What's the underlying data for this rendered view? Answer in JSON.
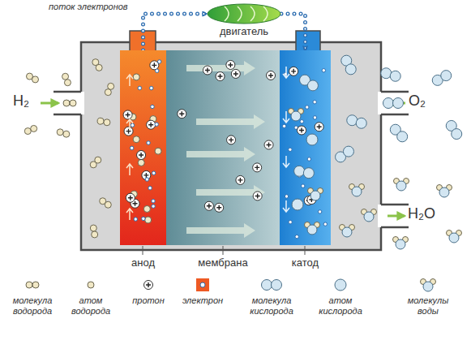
{
  "diagram": {
    "nodes": [
      {
        "text": [
          "анод"
        ]
      },
      {
        "text": [
          "мембрана"
        ]
      },
      {
        "text": [
          "катод"
        ]
      },
      {
        "text": [
          "двигатель"
        ]
      }
    ],
    "edges": [
      {
        "from": 0,
        "to": 3,
        "arrow": "to",
        "label": "поток электронов"
      },
      {
        "from": 3,
        "to": 2,
        "arrow": "to"
      }
    ],
    "labels": [
      "H₂",
      "O₂",
      "H₂O"
    ],
    "legend": [
      {
        "text": "молекула водорода"
      },
      {
        "text": "атом водорода"
      },
      {
        "text": "протон"
      },
      {
        "text": "электрон"
      },
      {
        "text": "молекула кислорода"
      },
      {
        "text": "атом кислорода"
      },
      {
        "text": "молекулы воды"
      }
    ]
  }
}
